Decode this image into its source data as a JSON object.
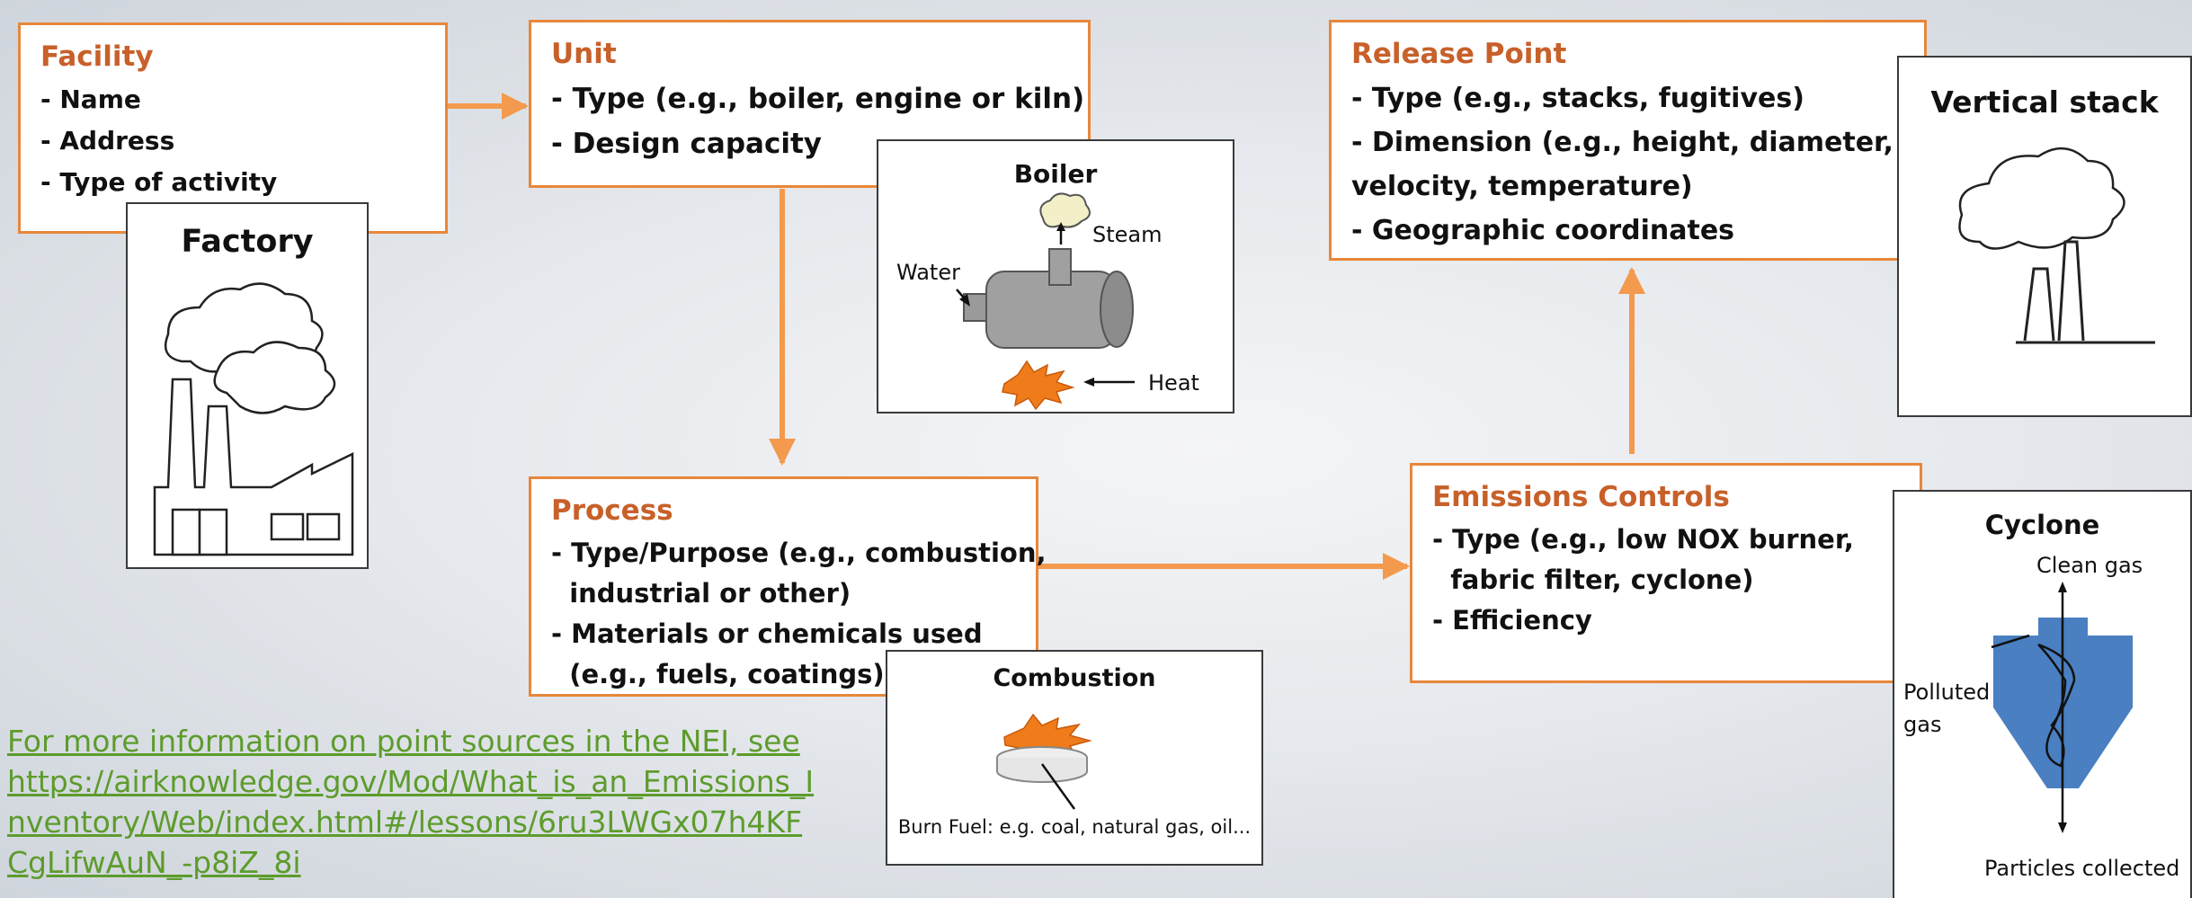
{
  "facility": {
    "title": "Facility",
    "items": [
      "- Name",
      "- Address",
      "- Type of activity"
    ]
  },
  "unit": {
    "title": "Unit",
    "items": [
      "- Type (e.g., boiler, engine or kiln)",
      "- Design capacity"
    ]
  },
  "process": {
    "title": "Process",
    "items": [
      "- Type/Purpose (e.g., combustion,",
      "  industrial or other)",
      "- Materials or chemicals used",
      "  (e.g., fuels, coatings)"
    ]
  },
  "emissions_controls": {
    "title": "Emissions Controls",
    "items": [
      "- Type (e.g., low NOX burner,",
      "  fabric filter, cyclone)",
      "- Efficiency"
    ]
  },
  "release_point": {
    "title": "Release Point",
    "items": [
      "- Type (e.g., stacks, fugitives)",
      "- Dimension (e.g., height, diameter,",
      "velocity, temperature)",
      "- Geographic coordinates"
    ]
  },
  "factory_panel": {
    "title": "Factory"
  },
  "boiler_panel": {
    "title": "Boiler",
    "water_label": "Water",
    "steam_label": "Steam",
    "heat_label": "Heat"
  },
  "combustion_panel": {
    "title": "Combustion",
    "caption": "Burn Fuel: e.g. coal, natural gas, oil..."
  },
  "vertical_stack_panel": {
    "title": "Vertical stack"
  },
  "cyclone_panel": {
    "title": "Cyclone",
    "clean_gas_label": "Clean gas",
    "polluted_gas_label": "Polluted\ngas",
    "particles_label": "Particles collected"
  },
  "info_link": {
    "text": "For more information on point sources in the NEI, see https://airknowledge.gov/Mod/What_is_an_Emissions_Inventory/Web/index.html#/lessons/6ru3LWGx07h4KFCgLifwAuN_-p8iZ_8i"
  },
  "colors": {
    "accent": "#e8873a",
    "title": "#c8602a",
    "link": "#5d9c2c",
    "cyclone": "#4a7fc1",
    "flame": "#ef7b1a"
  }
}
